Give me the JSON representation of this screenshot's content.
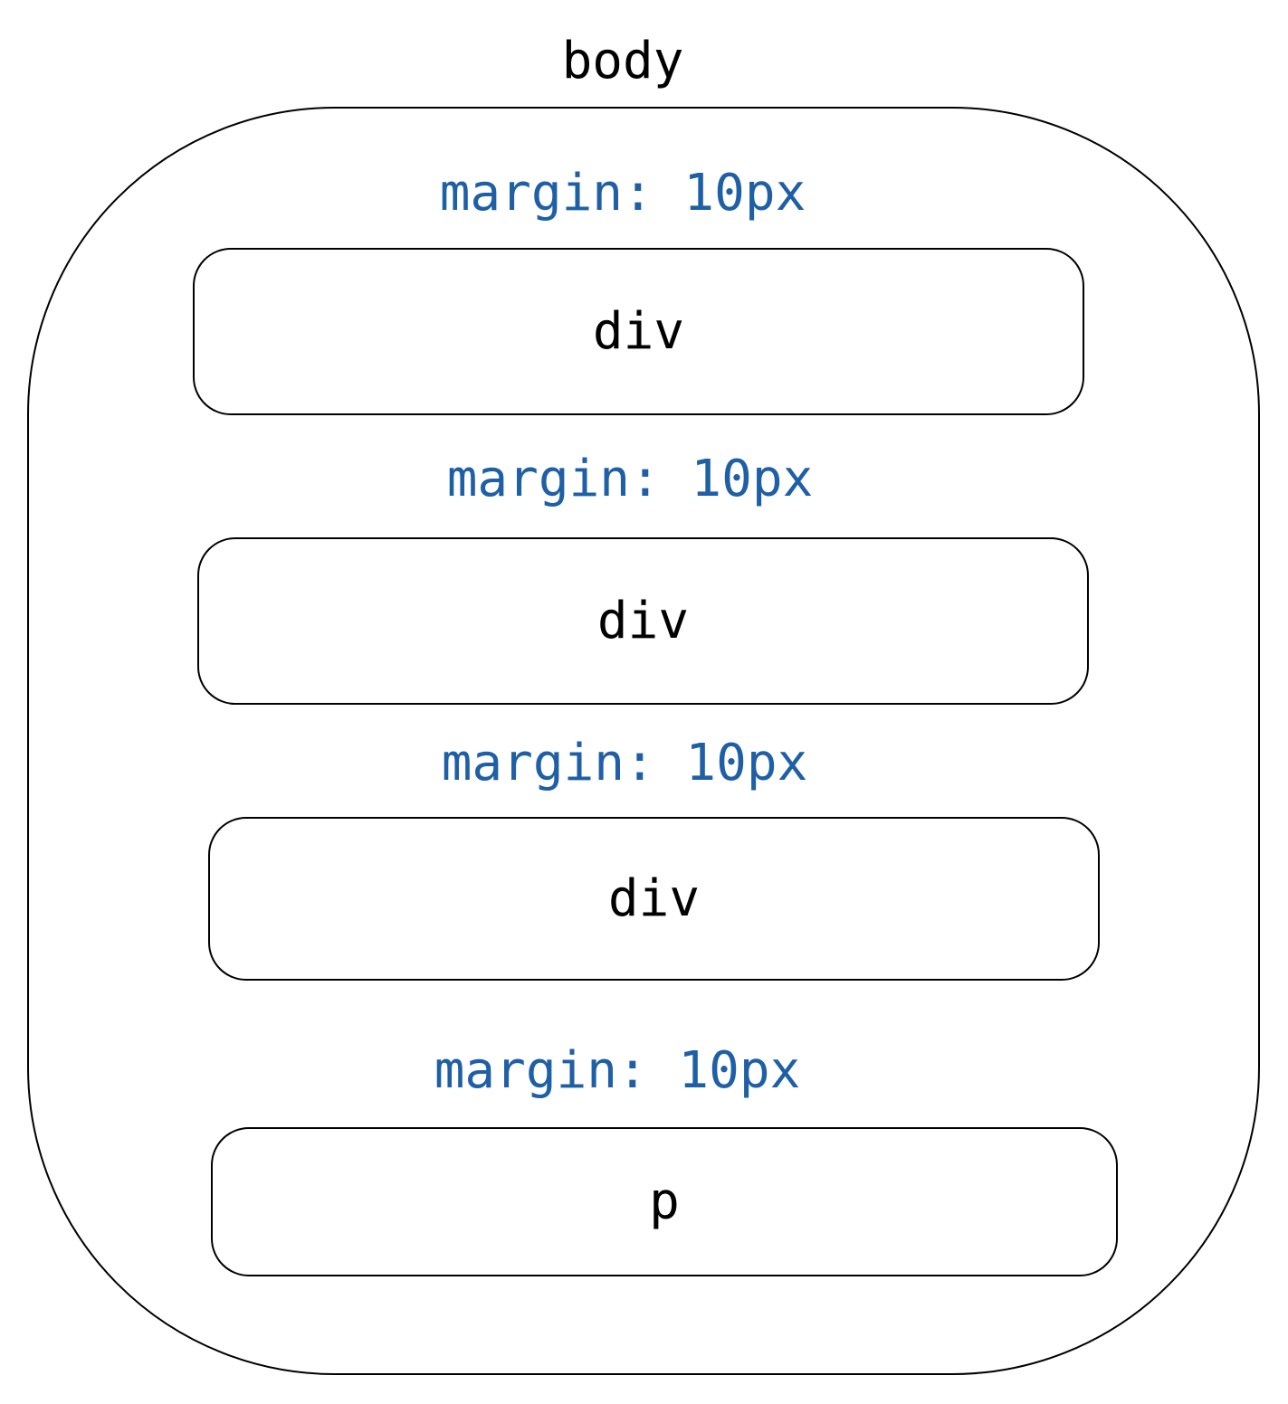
{
  "diagram": {
    "title": "body",
    "colors": {
      "text": "#000000",
      "accent": "#1f5fa6",
      "border": "#000000"
    },
    "boxes": [
      {
        "margin_label": "margin: 10px",
        "label": "div"
      },
      {
        "margin_label": "margin: 10px",
        "label": "div"
      },
      {
        "margin_label": "margin: 10px",
        "label": "div"
      },
      {
        "margin_label": "margin: 10px",
        "label": "p"
      }
    ]
  }
}
